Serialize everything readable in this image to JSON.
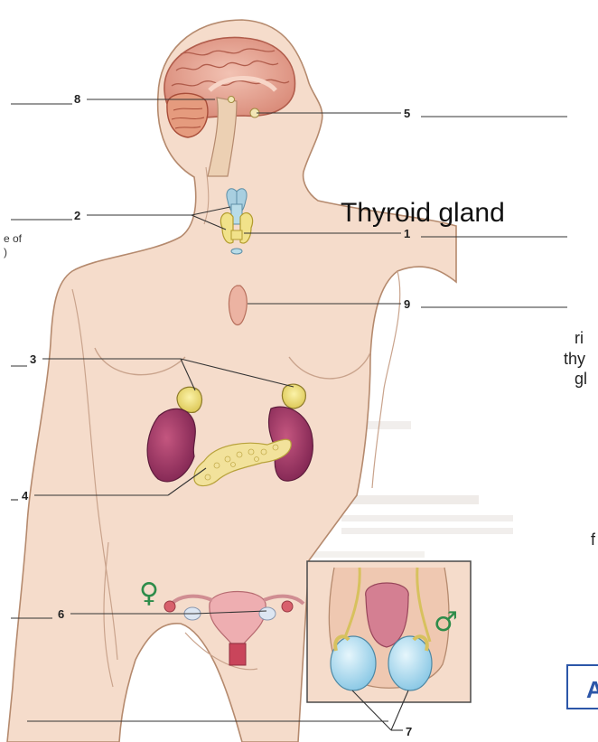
{
  "annotation": {
    "text": "Thyroid gland"
  },
  "markers": {
    "m8": "8",
    "m5": "5",
    "m2": "2",
    "m1": "1",
    "m9": "9",
    "m3": "3",
    "m4": "4",
    "m6": "6",
    "m7": "7"
  },
  "left_fragment": {
    "line1": "e of",
    "line2": ")"
  },
  "right_fragments": {
    "r1": "ri",
    "r2": "thy",
    "r3": "gl",
    "r4": "f"
  },
  "symbols": {
    "female": "♀",
    "male": "♂"
  },
  "bottom_fragment": "A",
  "colors": {
    "skin": "#f5dccb",
    "skin_outline": "#b58a6e",
    "brain": "#e8a796",
    "thyroid": "#f0e08a",
    "kidney": "#a83a6a",
    "pancreas": "#f1e19a",
    "testis": "#a9d8ee",
    "symbol": "#2e8c4a",
    "partial_box": "#2c56a8"
  }
}
